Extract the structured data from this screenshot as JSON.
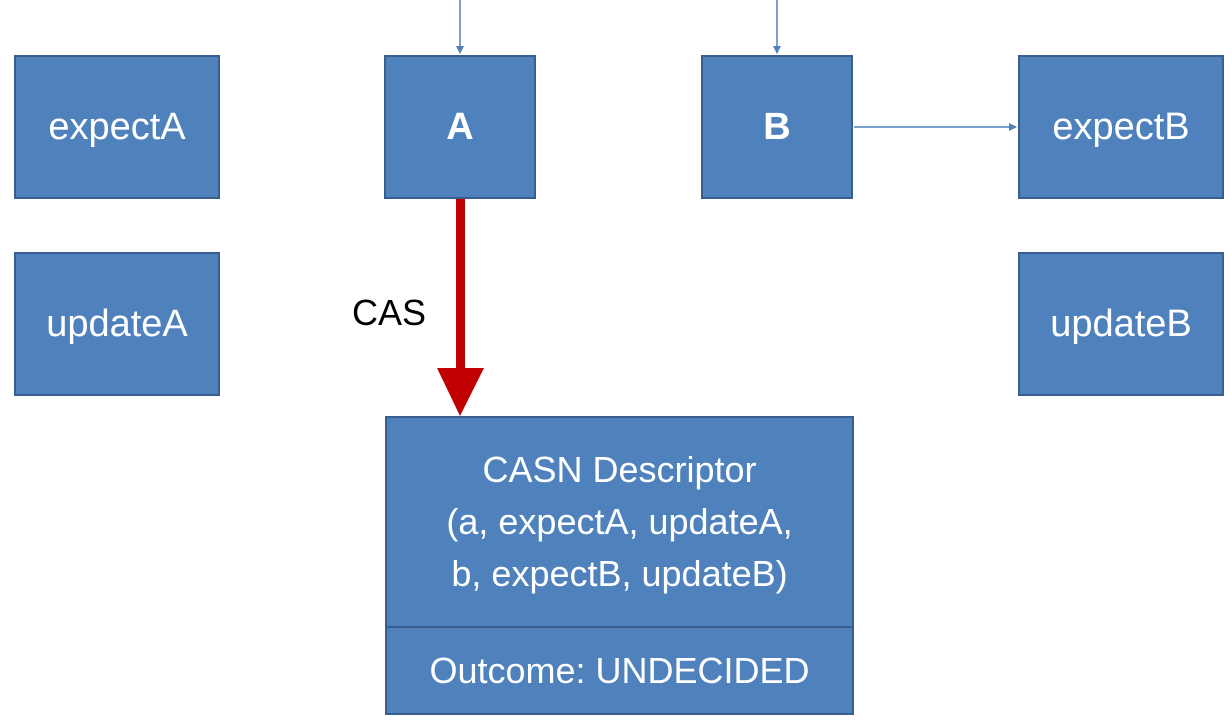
{
  "boxes": {
    "expectA": "expectA",
    "updateA": "updateA",
    "A": "A",
    "B": "B",
    "expectB": "expectB",
    "updateB": "updateB"
  },
  "descriptor": {
    "lines": [
      "CASN Descriptor",
      "(a, expectA, updateA,",
      "b, expectB, updateB)"
    ],
    "outcome": "Outcome: UNDECIDED"
  },
  "edge_label": "CAS",
  "colors": {
    "box_fill": "#4f81bd",
    "box_border": "#3a5f8f",
    "connector": "#4f81bd",
    "cas_arrow": "#c00000"
  }
}
